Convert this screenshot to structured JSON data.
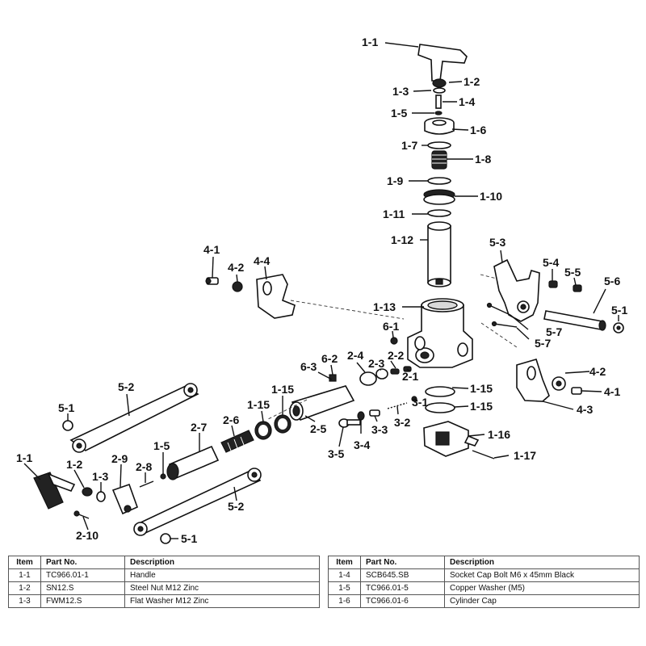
{
  "callouts": {
    "c1": "1-1",
    "c2": "1-2",
    "c3": "1-3",
    "c4": "1-4",
    "c5": "1-5",
    "c6": "1-6",
    "c7": "1-7",
    "c8": "1-8",
    "c9": "1-9",
    "c10": "1-10",
    "c11": "1-11",
    "c12": "1-12",
    "c13": "1-13",
    "c14": "6-1",
    "c15": "5-3",
    "c16": "5-4",
    "c17": "5-5",
    "c18": "5-6",
    "c19": "5-1",
    "c20": "5-7",
    "c21": "5-7",
    "c22": "4-1",
    "c23": "4-2",
    "c24": "4-4",
    "c25": "6-2",
    "c26": "2-4",
    "c27": "2-3",
    "c28": "2-2",
    "c29": "2-1",
    "c30": "6-3",
    "c31": "1-15",
    "c32": "1-15",
    "c33": "1-15",
    "c34": "1-15",
    "c35": "2-5",
    "c36": "3-1",
    "c37": "3-2",
    "c38": "3-3",
    "c39": "3-4",
    "c40": "3-5",
    "c41": "1-16",
    "c42": "1-17",
    "c43": "4-2",
    "c44": "4-1",
    "c45": "4-3",
    "c46": "5-2",
    "c47": "5-1",
    "c48": "2-7",
    "c49": "2-6",
    "c50": "1-5",
    "c51": "2-9",
    "c52": "2-8",
    "c53": "1-1",
    "c54": "1-2",
    "c55": "1-3",
    "c56": "2-10",
    "c57": "5-2",
    "c58": "5-1"
  },
  "table_headers": {
    "item": "Item",
    "part_no": "Part No.",
    "description": "Description"
  },
  "parts_left": [
    {
      "item": "1-1",
      "part_no": "TC966.01-1",
      "description": "Handle"
    },
    {
      "item": "1-2",
      "part_no": "SN12.S",
      "description": "Steel Nut M12 Zinc"
    },
    {
      "item": "1-3",
      "part_no": "FWM12.S",
      "description": "Flat Washer M12 Zinc"
    }
  ],
  "parts_right": [
    {
      "item": "1-4",
      "part_no": "SCB645.SB",
      "description": "Socket Cap Bolt M6 x 45mm Black"
    },
    {
      "item": "1-5",
      "part_no": "TC966.01-5",
      "description": "Copper Washer (M5)"
    },
    {
      "item": "1-6",
      "part_no": "TC966.01-6",
      "description": "Cylinder Cap"
    }
  ]
}
